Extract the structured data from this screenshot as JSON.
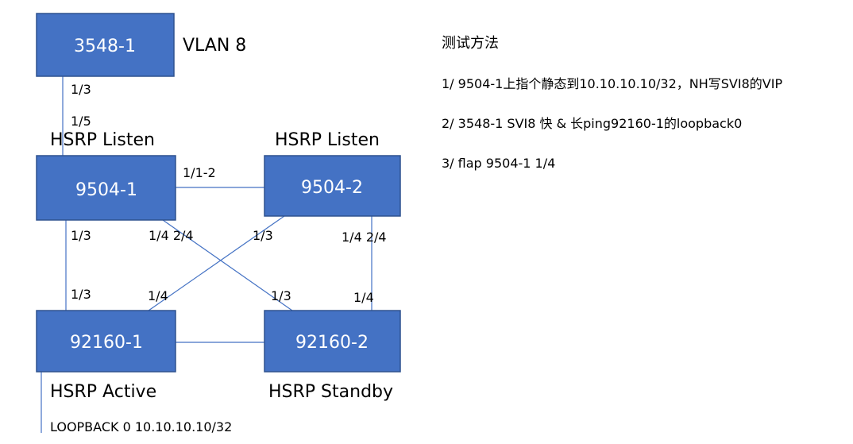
{
  "colors": {
    "box_fill": "#4472C4",
    "box_stroke": "#2F528F",
    "link": "#4472C4"
  },
  "nodes": {
    "sw3548": "3548-1",
    "sw9504_1": "9504-1",
    "sw9504_2": "9504-2",
    "sw92160_1": "92160-1",
    "sw92160_2": "92160-2"
  },
  "labels": {
    "vlan": "VLAN 8",
    "hsrp_listen_1": "HSRP Listen",
    "hsrp_listen_2": "HSRP Listen",
    "hsrp_active": "HSRP Active",
    "hsrp_standby": "HSRP Standby",
    "loopback": "LOOPBACK 0 10.10.10.10/32"
  },
  "ports": {
    "p3548_down": "1/3",
    "p9504_1_up": "1/5",
    "p9504_1_right": "1/1-2",
    "p9504_1_down": "1/3",
    "p9504_1_cross": "1/4 2/4",
    "p9504_2_cross": "1/3",
    "p9504_2_down": "1/4 2/4",
    "p92160_1_up": "1/3",
    "p92160_1_cross": "1/4",
    "p92160_2_cross": "1/3",
    "p92160_2_up": "1/4"
  },
  "notes": {
    "title": "测试方法",
    "step1": "1/ 9504-1上指个静态到10.10.10.10/32，NH写SVI8的VIP",
    "step2": "2/ 3548-1 SVI8 快 & 长ping92160-1的loopback0",
    "step3": "3/ flap 9504-1 1/4"
  }
}
